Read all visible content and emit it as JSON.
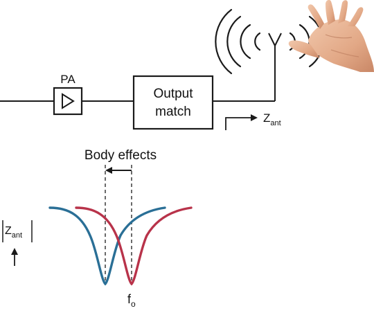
{
  "blocks": {
    "pa_label": "PA",
    "output_match_line1": "Output",
    "output_match_line2": "match"
  },
  "impedance": {
    "symbol": "Z",
    "subscript": "ant"
  },
  "annotation": {
    "body_effects": "Body effects"
  },
  "plot": {
    "ylabel_symbol": "Z",
    "ylabel_subscript": "ant",
    "fo_symbol": "f",
    "fo_subscript": "o"
  },
  "colors": {
    "shifted_curve": "#2a6f96",
    "original_curve": "#b8334a",
    "skin": "#e8b495"
  },
  "icons": {
    "antenna": "antenna-icon",
    "hand": "hand-icon",
    "radiation": "radio-waves-icon"
  }
}
